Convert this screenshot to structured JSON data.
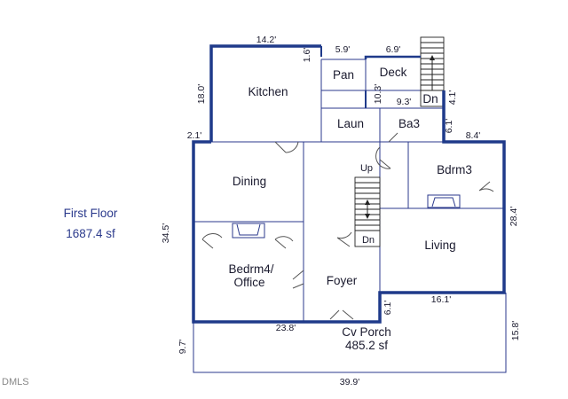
{
  "plan": {
    "side_title": "First Floor",
    "side_area": "1687.4 sf",
    "watermark": "DMLS",
    "rooms": {
      "kitchen": "Kitchen",
      "pan": "Pan",
      "deck": "Deck",
      "dn_deck": "Dn",
      "laun": "Laun",
      "ba3": "Ba3",
      "bdrm3": "Bdrm3",
      "dining": "Dining",
      "up": "Up",
      "dn_stair": "Dn",
      "living": "Living",
      "bedrm4": "Bedrm4/",
      "office": "Office",
      "foyer": "Foyer",
      "porch": "Cv Porch",
      "porch_area": "485.2 sf"
    },
    "dims": {
      "d_14_2": "14.2'",
      "d_5_9": "5.9'",
      "d_6_9": "6.9'",
      "d_1_6": "1.6'",
      "d_18_0": "18.0'",
      "d_10_3": "10.3'",
      "d_9_3": "9.3'",
      "d_4_1": "4.1'",
      "d_2_1": "2.1'",
      "d_6_1_top": "6.1'",
      "d_8_4": "8.4'",
      "d_34_5": "34.5'",
      "d_28_4": "28.4'",
      "d_16_1": "16.1'",
      "d_6_1_bot": "6.1'",
      "d_23_8": "23.8'",
      "d_15_8": "15.8'",
      "d_9_7": "9.7'",
      "d_39_9": "39.9'"
    }
  }
}
